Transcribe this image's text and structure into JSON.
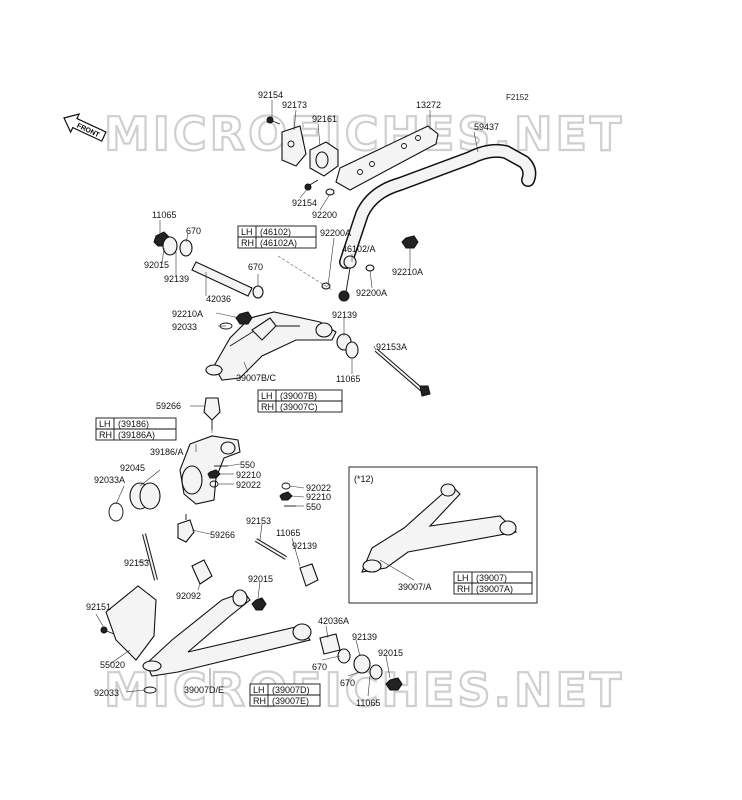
{
  "diagram_code": "F2152",
  "front_label": "FRONT",
  "watermark": "MICROFICHES.NET",
  "parts": {
    "p92154_top": "92154",
    "p92173": "92173",
    "p92161": "92161",
    "p13272": "13272",
    "p59437": "59437",
    "p92154_bot": "92154",
    "p92200": "92200",
    "p11065_a": "11065",
    "p670_a": "670",
    "p92015_a": "92015",
    "p92139_a": "92139",
    "p670_b": "670",
    "p42036": "42036",
    "p92210A_a": "92210A",
    "p92033": "92033",
    "p39007BC": "39007B/C",
    "p46102A": "46102/A",
    "p92200A_a": "92200A",
    "p92200A_b": "92200A",
    "p92210A_b": "92210A",
    "p92139_b": "92139",
    "p92153A": "92153A",
    "p11065_b": "11065",
    "p59266_a": "59266",
    "p39186A": "39186/A",
    "p92045": "92045",
    "p92033A": "92033A",
    "p550_a": "550",
    "p92210_a": "92210",
    "p92022_a": "92022",
    "p92022_b": "92022",
    "p92210_b": "92210",
    "p550_b": "550",
    "p59266_b": "59266",
    "p92153_a": "92153",
    "p11065_c": "11065",
    "p92139_c": "92139",
    "p92153_b": "92153",
    "p92092": "92092",
    "p92015_b": "92015",
    "p92151": "92151",
    "p55020": "55020",
    "p92033_b": "92033",
    "p39007DE": "39007D/E",
    "p42036A": "42036A",
    "p92139_d": "92139",
    "p92015_c": "92015",
    "p670_c": "670",
    "p670_d": "670",
    "p11065_d": "11065",
    "p39007A": "39007/A",
    "inset_note": "(*12)"
  },
  "tables": {
    "t46102": {
      "lh": "LH",
      "lh_val": "(46102)",
      "rh": "RH",
      "rh_val": "(46102A)"
    },
    "t39007bc": {
      "lh": "LH",
      "lh_val": "(39007B)",
      "rh": "RH",
      "rh_val": "(39007C)"
    },
    "t39186": {
      "lh": "LH",
      "lh_val": "(39186)",
      "rh": "RH",
      "rh_val": "(39186A)"
    },
    "t39007": {
      "lh": "LH",
      "lh_val": "(39007)",
      "rh": "RH",
      "rh_val": "(39007A)"
    },
    "t39007de": {
      "lh": "LH",
      "lh_val": "(39007D)",
      "rh": "RH",
      "rh_val": "(39007E)"
    }
  }
}
